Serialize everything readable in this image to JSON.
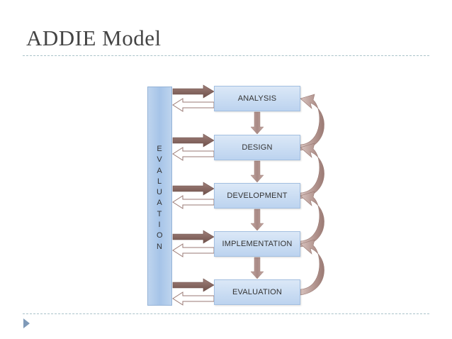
{
  "slide": {
    "title": "ADDIE Model"
  },
  "diagram": {
    "evaluation_bar_label": "EVALUATION",
    "stages": [
      {
        "label": "ANALYSIS"
      },
      {
        "label": "DESIGN"
      },
      {
        "label": "DEVELOPMENT"
      },
      {
        "label": "IMPLEMENTATION"
      },
      {
        "label": "EVALUATION"
      }
    ],
    "colors": {
      "stage_fill": "#c6d9f1",
      "evaluation_bar": "#b3cde9",
      "forward_arrow": "#8c6a62",
      "return_arrow": "#b89c97",
      "title_text": "#444444"
    }
  }
}
